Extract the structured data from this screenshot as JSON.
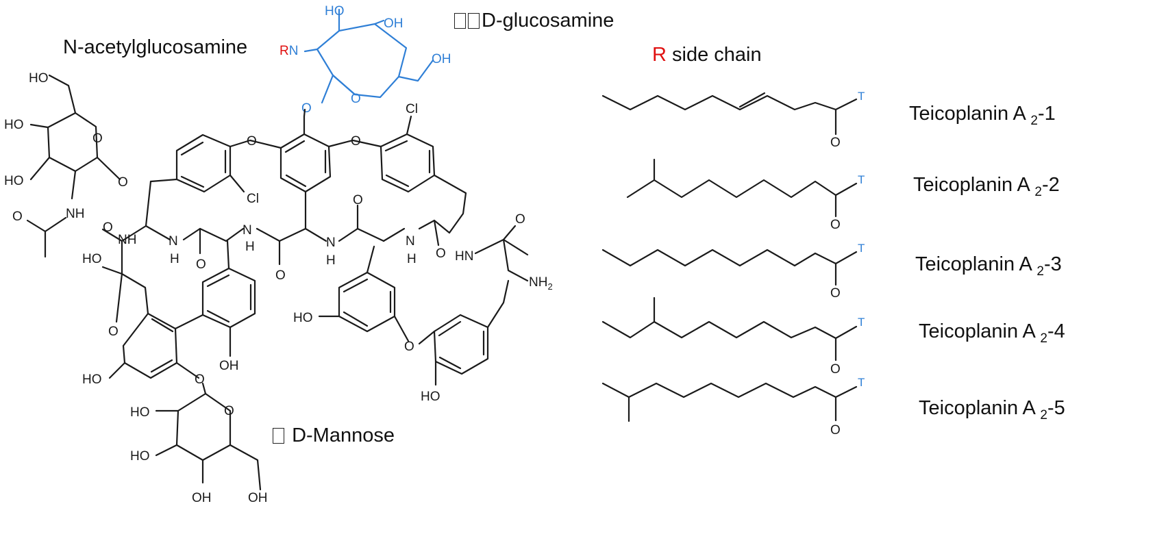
{
  "labels": {
    "nacetyl": "N-acetylglucosamine",
    "dglucosamine": "D-glucosamine",
    "mannose": "D-Mannose",
    "r_letter": "R",
    "side_chain": " side chain"
  },
  "atoms": {
    "ho": "HO",
    "oh": "OH",
    "o": "O",
    "cl": "Cl",
    "n": "N",
    "h": "H",
    "nh": "NH",
    "hn": "HN",
    "nh2": "NH",
    "nh2_sub": "2",
    "rn": "RN",
    "t": "T"
  },
  "variants": [
    {
      "prefix": "Teicoplanin A ",
      "sub": "2",
      "suffix": "-1"
    },
    {
      "prefix": "Teicoplanin A ",
      "sub": "2",
      "suffix": "-2"
    },
    {
      "prefix": "Teicoplanin A ",
      "sub": "2",
      "suffix": "-3"
    },
    {
      "prefix": "Teicoplanin A ",
      "sub": "2",
      "suffix": "-4"
    },
    {
      "prefix": "Teicoplanin A ",
      "sub": "2",
      "suffix": "-5"
    }
  ],
  "colors": {
    "bond": "#1a1a1a",
    "sugar_blue": "#2f7fd6",
    "accent_red": "#e01010",
    "text": "#111111"
  }
}
